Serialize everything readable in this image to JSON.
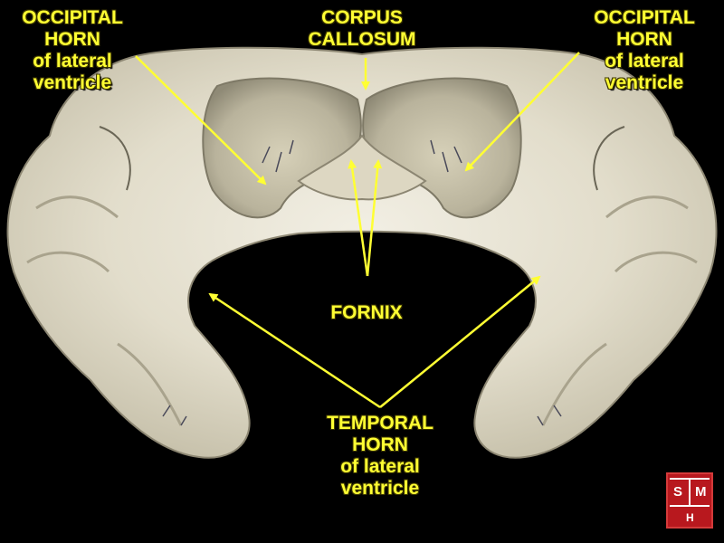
{
  "labels": {
    "occipital_left": [
      "OCCIPITAL",
      "HORN",
      "of lateral",
      "ventricle"
    ],
    "corpus_callosum": [
      "CORPUS",
      "CALLOSUM"
    ],
    "occipital_right": [
      "OCCIPITAL",
      "HORN",
      "of lateral",
      "ventricle"
    ],
    "fornix": [
      "FORNIX"
    ],
    "temporal": [
      "TEMPORAL",
      "HORN",
      "of lateral",
      "ventricle"
    ]
  },
  "logo": {
    "letters": [
      "S",
      "M",
      "H"
    ]
  },
  "colors": {
    "background": "#000000",
    "label_text": "#ffff33",
    "arrow": "#ffff33",
    "tissue": "#e6e2d2",
    "tissue_shadow": "#b8b4a2",
    "logo_red": "#b8181e"
  }
}
